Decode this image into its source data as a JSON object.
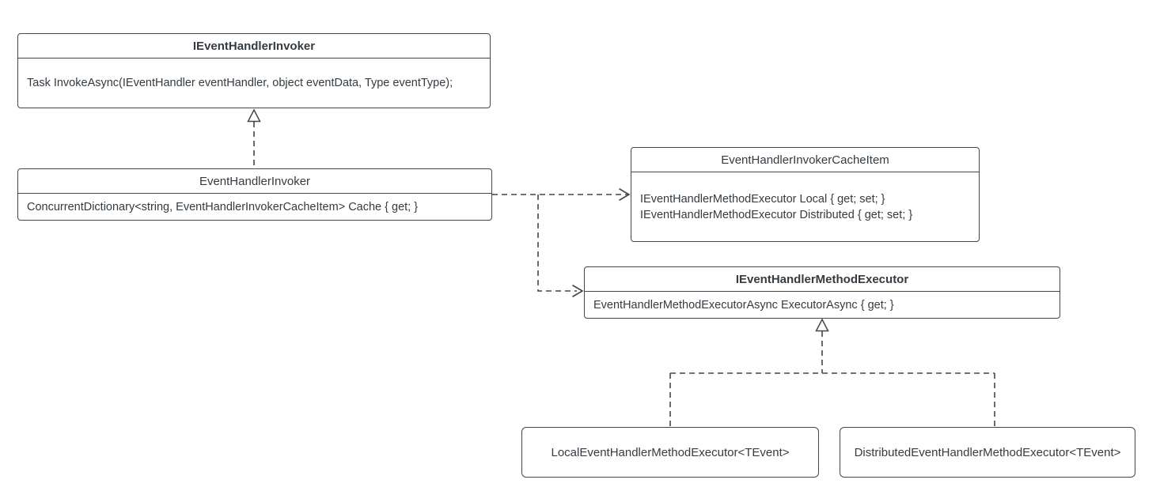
{
  "diagram": {
    "type": "uml-class-diagram",
    "background": "#ffffff",
    "colors": {
      "border": "#41474d",
      "text": "#343b41",
      "arrow": "#41474d"
    },
    "classes": [
      {
        "name": "IEventHandlerInvoker",
        "kind": "interface",
        "members": [
          "Task InvokeAsync(IEventHandler eventHandler, object eventData, Type eventType);"
        ]
      },
      {
        "name": "EventHandlerInvoker",
        "kind": "class",
        "members": [
          "ConcurrentDictionary<string, EventHandlerInvokerCacheItem> Cache { get; }"
        ]
      },
      {
        "name": "EventHandlerInvokerCacheItem",
        "kind": "class",
        "members": [
          "IEventHandlerMethodExecutor Local { get; set; }",
          "IEventHandlerMethodExecutor Distributed { get; set; }"
        ]
      },
      {
        "name": "IEventHandlerMethodExecutor",
        "kind": "interface",
        "members": [
          "EventHandlerMethodExecutorAsync ExecutorAsync { get; }"
        ]
      },
      {
        "name": "LocalEventHandlerMethodExecutor<TEvent>",
        "kind": "class",
        "members": []
      },
      {
        "name": "DistributedEventHandlerMethodExecutor<TEvent>",
        "kind": "class",
        "members": []
      }
    ],
    "relationships": [
      {
        "from": "EventHandlerInvoker",
        "to": "IEventHandlerInvoker",
        "type": "realization"
      },
      {
        "from": "EventHandlerInvoker",
        "to": "EventHandlerInvokerCacheItem",
        "type": "dependency"
      },
      {
        "from": "EventHandlerInvoker",
        "to": "IEventHandlerMethodExecutor",
        "type": "dependency"
      },
      {
        "from": "LocalEventHandlerMethodExecutor<TEvent>",
        "to": "IEventHandlerMethodExecutor",
        "type": "realization"
      },
      {
        "from": "DistributedEventHandlerMethodExecutor<TEvent>",
        "to": "IEventHandlerMethodExecutor",
        "type": "realization"
      }
    ]
  }
}
